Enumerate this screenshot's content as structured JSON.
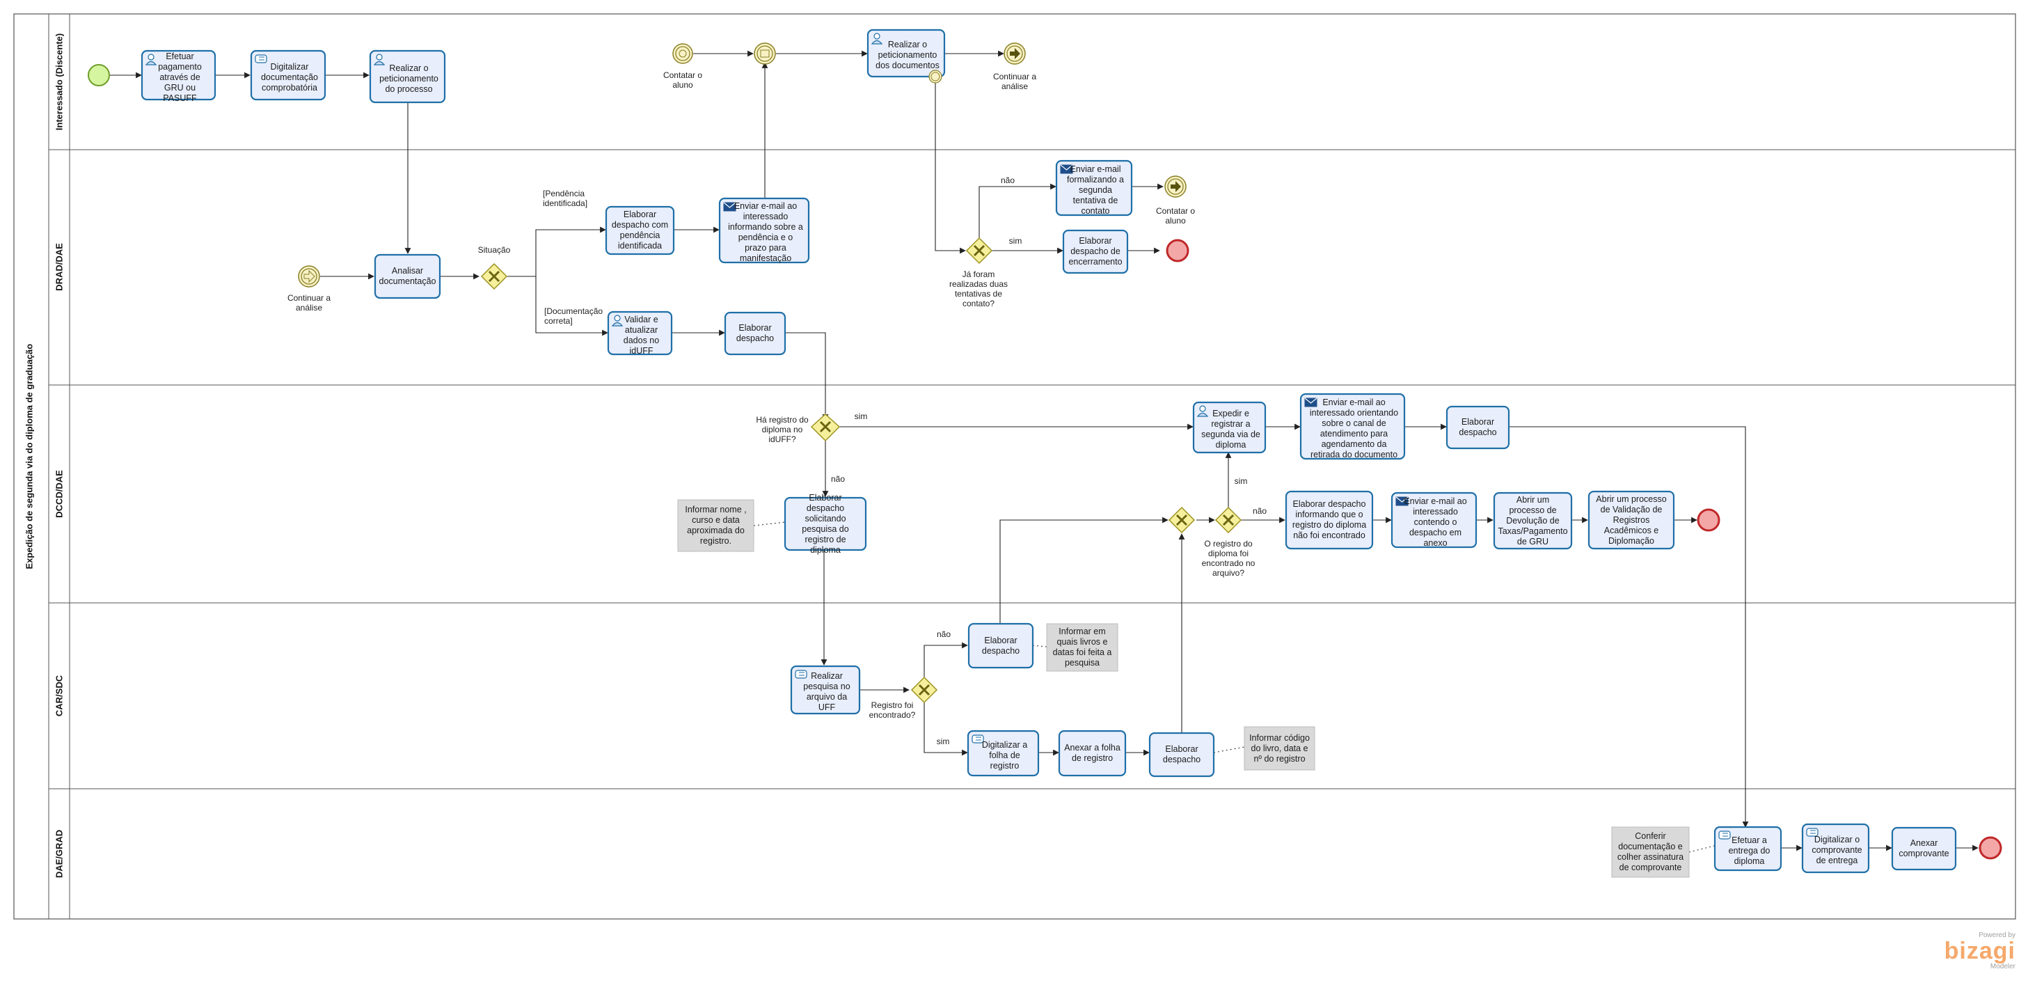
{
  "pool": {
    "title": "Expedição de segunda via do diploma de graduação"
  },
  "lanes": [
    {
      "id": "interessado",
      "label": "Interessado (Discente)"
    },
    {
      "id": "drad",
      "label": "DRAD/DAE"
    },
    {
      "id": "dccd",
      "label": "DCCD/DAE"
    },
    {
      "id": "carsdc",
      "label": "CAR/SDC"
    },
    {
      "id": "daegrad",
      "label": "DAE/GRAD"
    }
  ],
  "tasks": [
    {
      "id": "t_pagamento",
      "text": "Efetuar pagamento através de GRU ou PASUFF",
      "icon": "user-task-icon"
    },
    {
      "id": "t_digitalizar_doc",
      "text": "Digitalizar documentação comprobatória",
      "icon": "manual-task-icon"
    },
    {
      "id": "t_peticionamento",
      "text": "Realizar o peticionamento do processo",
      "icon": "user-task-icon"
    },
    {
      "id": "t_peticionamento_docs",
      "text": "Realizar o peticionamento dos documentos",
      "icon": "user-task-icon"
    },
    {
      "id": "t_analisar",
      "text": "Analisar documentação",
      "icon": ""
    },
    {
      "id": "t_despacho_pendencia",
      "text": "Elaborar despacho com pendência identificada",
      "icon": ""
    },
    {
      "id": "t_email_pendencia",
      "text": "Enviar e-mail ao interessado informando sobre a pendência e o prazo para manifestação",
      "icon": "mail-icon"
    },
    {
      "id": "t_validar",
      "text": "Validar e atualizar dados no idUFF",
      "icon": "user-task-icon"
    },
    {
      "id": "t_despacho_drad",
      "text": "Elaborar despacho",
      "icon": ""
    },
    {
      "id": "t_email_segunda",
      "text": "Enviar e-mail formalizando a segunda tentativa de contato",
      "icon": "mail-icon"
    },
    {
      "id": "t_despacho_encerramento",
      "text": "Elaborar despacho de encerramento",
      "icon": ""
    },
    {
      "id": "t_despacho_pesquisa",
      "text": "Elaborar despacho solicitando pesquisa do registro de diploma",
      "icon": ""
    },
    {
      "id": "t_expedir",
      "text": "Expedir e registrar a segunda via de diploma",
      "icon": "user-task-icon"
    },
    {
      "id": "t_email_canal",
      "text": "Enviar e-mail ao interessado orientando sobre o canal de atendimento para agendamento da retirada do documento",
      "icon": "mail-icon"
    },
    {
      "id": "t_despacho_dccd",
      "text": "Elaborar despacho",
      "icon": ""
    },
    {
      "id": "t_despacho_nao_encontrado",
      "text": "Elaborar despacho informando que o registro do diploma não foi encontrado",
      "icon": ""
    },
    {
      "id": "t_email_anexo",
      "text": "Enviar e-mail ao interessado contendo o despacho em anexo",
      "icon": "mail-icon"
    },
    {
      "id": "t_devolucao",
      "text": "Abrir um processo de Devolução de Taxas/Pagamento de GRU",
      "icon": ""
    },
    {
      "id": "t_validacao",
      "text": "Abrir um processo de Validação de Registros Acadêmicos e Diplomação",
      "icon": ""
    },
    {
      "id": "t_pesquisa_arquivo",
      "text": "Realizar pesquisa no arquivo da UFF",
      "icon": "manual-task-icon"
    },
    {
      "id": "t_despacho_car_nao",
      "text": "Elaborar despacho",
      "icon": ""
    },
    {
      "id": "t_digitalizar_folha",
      "text": "Digitalizar a folha de registro",
      "icon": "manual-task-icon"
    },
    {
      "id": "t_anexar_folha",
      "text": "Anexar a folha de registro",
      "icon": ""
    },
    {
      "id": "t_despacho_car_sim",
      "text": "Elaborar despacho",
      "icon": ""
    },
    {
      "id": "t_entrega",
      "text": "Efetuar a entrega do diploma",
      "icon": "manual-task-icon"
    },
    {
      "id": "t_digitalizar_comprovante",
      "text": "Digitalizar o comprovante de entrega",
      "icon": "manual-task-icon"
    },
    {
      "id": "t_anexar_comprovante",
      "text": "Anexar comprovante",
      "icon": ""
    }
  ],
  "annotations": [
    {
      "id": "a_nome",
      "text": "Informar nome , curso e data aproximada do registro."
    },
    {
      "id": "a_livros",
      "text": "Informar em quais livros e datas foi feita a pesquisa"
    },
    {
      "id": "a_codigo",
      "text": "Informar código do livro, data e nº do registro"
    },
    {
      "id": "a_conferir",
      "text": "Conferir documentação e colher assinatura de comprovante"
    }
  ],
  "labels": {
    "contatar_aluno_top": "Contatar o aluno",
    "continuar_analise_top": "Continuar a análise",
    "contatar_aluno_mid": "Contatar o aluno",
    "continuar_analise_left": "Continuar a análise",
    "situacao": "Situação",
    "pendencia": "[Pendência identificada]",
    "documentacao_correta": "[Documentação correta]",
    "ja_foram": "Já foram realizadas duas tentativas de contato?",
    "nao_1": "não",
    "sim_1": "sim",
    "ha_registro": "Há registro do diploma no idUFF?",
    "sim_2": "sim",
    "nao_2": "não",
    "registro_encontrado_arquivo": "O registro do diploma foi encontrado no arquivo?",
    "sim_3": "sim",
    "nao_3": "não",
    "registro_foi_encontrado": "Registro foi encontrado?",
    "nao_4": "não",
    "sim_4": "sim"
  },
  "brand": {
    "powered": "Powered by",
    "name": "bizagi",
    "product": "Modeler"
  },
  "colors": {
    "task_fill": "#e8eefb",
    "task_stroke": "#1f6fa8",
    "gateway_fill": "#f6ef9c",
    "gateway_stroke": "#9c9320",
    "start_fill": "#d6f5a0",
    "start_stroke": "#6f9e2a",
    "end_fill": "#f4a7a7",
    "end_stroke": "#c0282a",
    "intermediate_fill": "#f7f1c4",
    "intermediate_stroke": "#8a8027",
    "annotation_fill": "#d9d9d9",
    "lane_stroke": "#555555"
  }
}
